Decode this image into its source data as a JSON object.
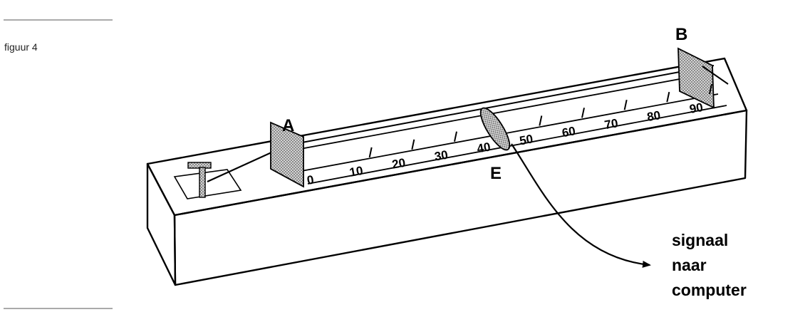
{
  "caption": "figuur 4",
  "labels": {
    "A": "A",
    "B": "B",
    "E": "E"
  },
  "scale_ticks": [
    "0",
    "10",
    "20",
    "30",
    "40",
    "50",
    "60",
    "70",
    "80",
    "90"
  ],
  "signal": [
    "signaal",
    "naar",
    "computer"
  ],
  "colors": {
    "ink": "#000000",
    "plate_fill": "#b8b8b8"
  }
}
